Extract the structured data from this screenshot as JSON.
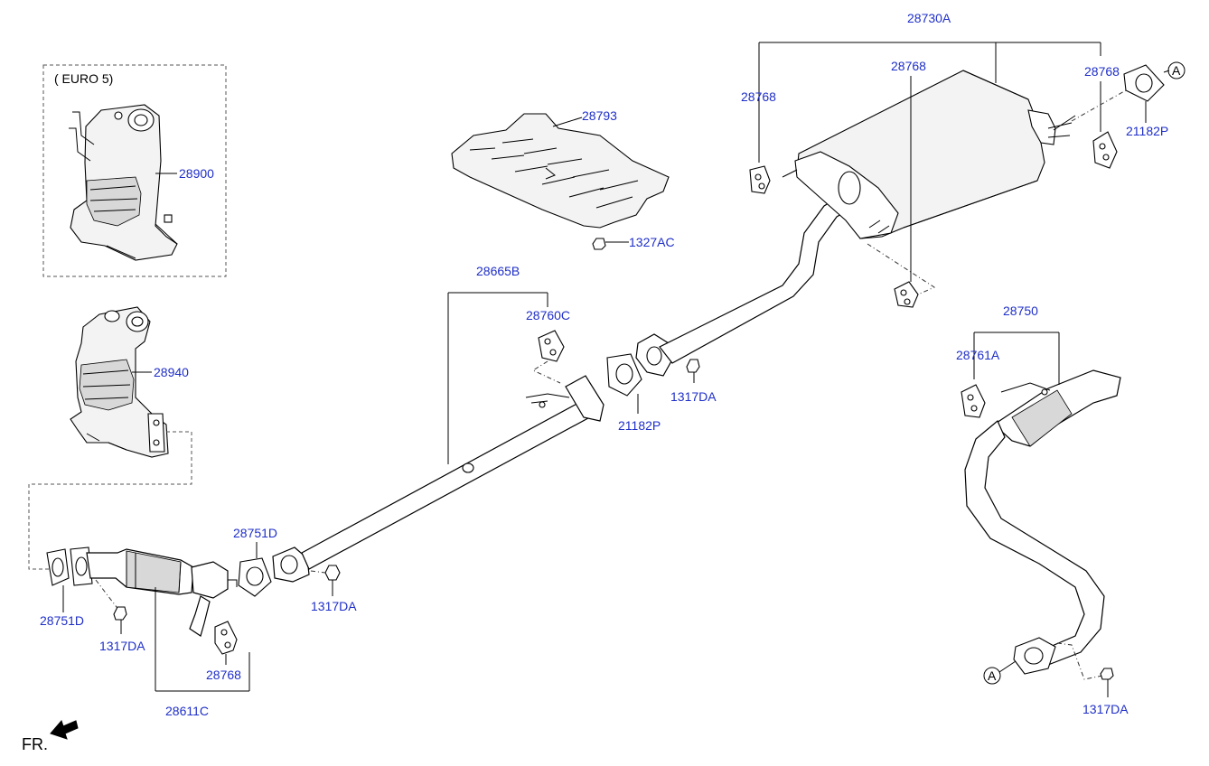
{
  "diagram": {
    "variant_label": "( EURO 5)",
    "direction_label": "FR.",
    "reference_marker": "A",
    "parts": {
      "main_heat_shield": "28793",
      "nut_heat_shield": "1327AC",
      "catalytic_converter_euro5": "28900",
      "catalytic_converter": "28940",
      "gasket_front": "28751D",
      "nut_front_lower": "1317DA",
      "front_pipe_assy": "28611C",
      "hanger_front": "28768",
      "gasket_center": "28751D",
      "nut_center": "1317DA",
      "center_pipe_assy": "28665B",
      "hanger_center": "28760C",
      "gasket_center_rear": "21182P",
      "nut_center_rear": "1317DA",
      "main_muffler_assy": "28730A",
      "hanger_muffler_left": "28768",
      "hanger_muffler_mid": "28768",
      "hanger_muffler_right": "28768",
      "gasket_muffler_outlet": "21182P",
      "tail_pipe_assy": "28750",
      "hanger_tail": "28761A",
      "nut_tail": "1317DA"
    }
  }
}
